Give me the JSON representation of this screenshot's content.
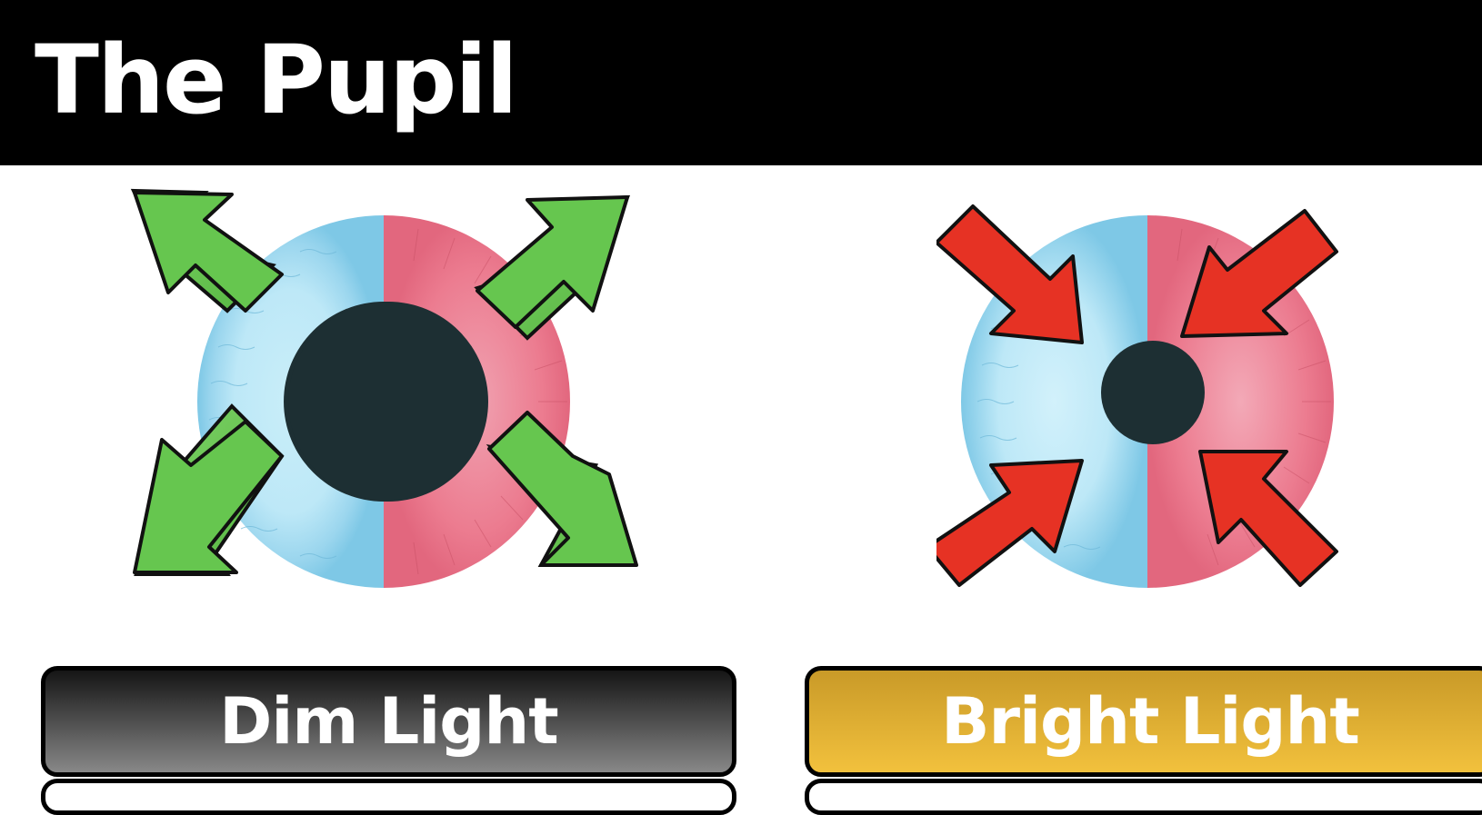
{
  "header": {
    "title": "The Pupil"
  },
  "panels": [
    {
      "label": "Dim Light",
      "arrows": "outward",
      "arrow_color": "#68c651",
      "box_color": "#777777"
    },
    {
      "label": "Bright Light",
      "arrows": "inward",
      "arrow_color": "#e63224",
      "box_color": "#eab73a"
    }
  ],
  "colors": {
    "iris_left": "#a5ddf1",
    "iris_right": "#ec7488",
    "pupil": "#1d2f33",
    "header_bg": "#000000"
  }
}
